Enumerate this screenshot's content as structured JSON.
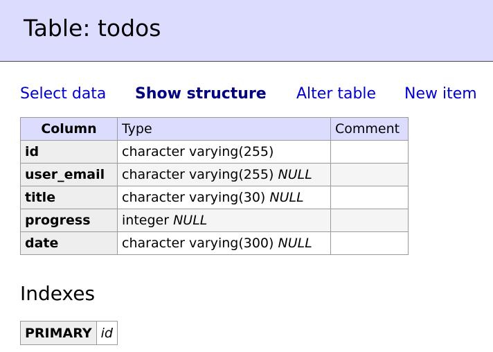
{
  "header": {
    "title": "Table: todos"
  },
  "links": {
    "select_data": "Select data",
    "show_structure": "Show structure",
    "alter_table": "Alter table",
    "new_item": "New item"
  },
  "structure": {
    "headers": {
      "column": "Column",
      "type": "Type",
      "comment": "Comment"
    },
    "rows": [
      {
        "name": "id",
        "type": "character varying(255)",
        "null": "",
        "comment": ""
      },
      {
        "name": "user_email",
        "type": "character varying(255)",
        "null": "NULL",
        "comment": ""
      },
      {
        "name": "title",
        "type": "character varying(30)",
        "null": "NULL",
        "comment": ""
      },
      {
        "name": "progress",
        "type": "integer",
        "null": "NULL",
        "comment": ""
      },
      {
        "name": "date",
        "type": "character varying(300)",
        "null": "NULL",
        "comment": ""
      }
    ]
  },
  "indexes": {
    "heading": "Indexes",
    "items": [
      {
        "kind": "PRIMARY",
        "columns": "id"
      }
    ]
  },
  "colors": {
    "header_bg": "#dcdcff",
    "link": "#0000cc",
    "active_link": "#000080",
    "row_header_bg": "#eeeeee"
  }
}
